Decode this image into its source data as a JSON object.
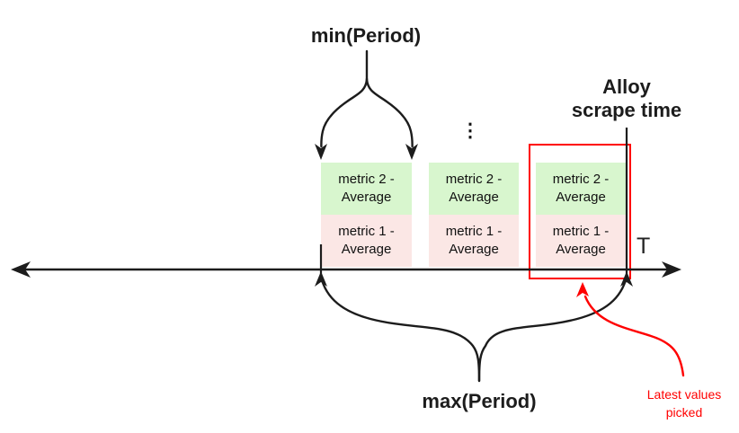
{
  "labels": {
    "min_period": "min(Period)",
    "max_period": "max(Period)",
    "alloy_scrape_line1": "Alloy",
    "alloy_scrape_line2": "scrape time",
    "axis": "T",
    "ellipsis": "⋮",
    "latest_values_line1": "Latest values",
    "latest_values_line2": "picked"
  },
  "metric_groups": [
    {
      "top": "metric 2 - Average",
      "bottom": "metric 1 - Average"
    },
    {
      "top": "metric 2 - Average",
      "bottom": "metric 1 - Average"
    },
    {
      "top": "metric 2 - Average",
      "bottom": "metric 1 - Average"
    }
  ],
  "colors": {
    "metric2-fill": "#d8f6ce",
    "metric1-fill": "#fbe7e5",
    "accent-red": "#ff0000",
    "ink": "#1c1c1c"
  }
}
